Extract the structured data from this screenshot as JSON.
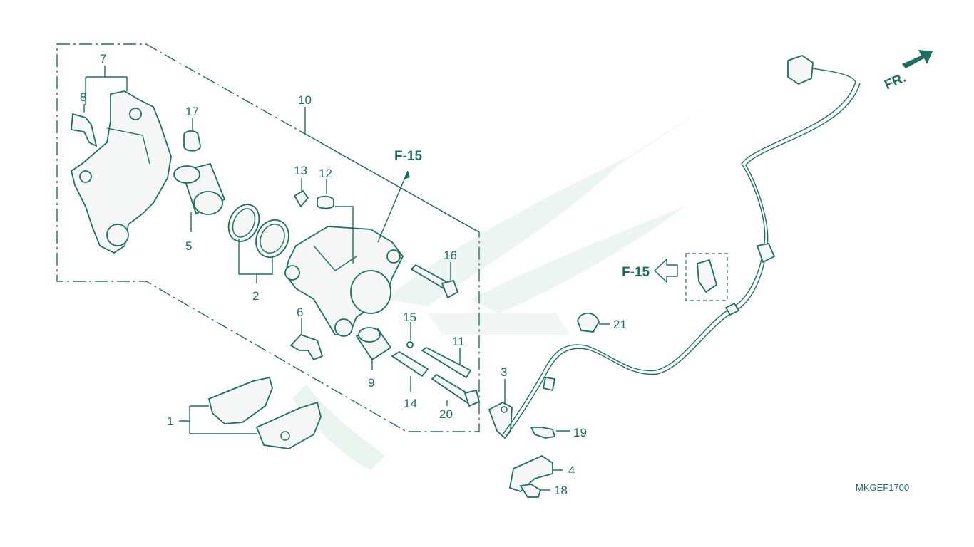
{
  "colors": {
    "line": "#1f6f5e",
    "watermark": "#e3f0ea",
    "background": "#ffffff"
  },
  "diagram": {
    "code": "MKGEF1700",
    "direction_label": "FR.",
    "references": [
      "F-15",
      "F-15"
    ],
    "labels": {
      "p1": "1",
      "p2": "2",
      "p3": "3",
      "p4": "4",
      "p5": "5",
      "p6": "6",
      "p7": "7",
      "p8": "8",
      "p9": "9",
      "p10": "10",
      "p11": "11",
      "p12": "12",
      "p13": "13",
      "p14": "14",
      "p15": "15",
      "p16": "16",
      "p17": "17",
      "p18": "18",
      "p19": "19",
      "p20": "20",
      "p21": "21"
    }
  }
}
